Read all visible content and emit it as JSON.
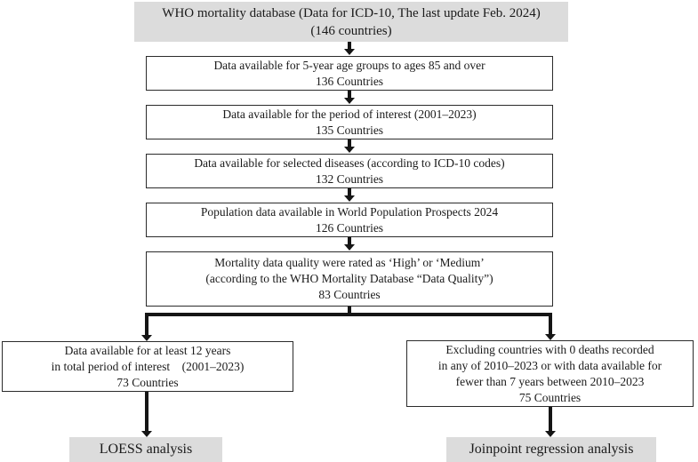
{
  "flowchart": {
    "colors": {
      "box_fill_gray": "#dcdcdc",
      "box_border": "#2b2b2b",
      "arrow": "#151515",
      "text": "#1a1a1a"
    },
    "top_box": {
      "lines": [
        "WHO mortality database (Data for ICD-10, The last update Feb. 2024)",
        "(146 countries)"
      ]
    },
    "steps": [
      {
        "lines": [
          "Data available for 5-year age groups to ages 85 and over",
          "136 Countries"
        ]
      },
      {
        "lines": [
          "Data available for the period of interest (2001–2023)",
          "135 Countries"
        ]
      },
      {
        "lines": [
          "Data available for selected diseases (according to ICD-10 codes)",
          "132 Countries"
        ]
      },
      {
        "lines": [
          "Population data available in World Population Prospects 2024",
          "126 Countries"
        ]
      },
      {
        "lines": [
          "Mortality data quality were rated as ‘High’ or ‘Medium’",
          "(according to the WHO Mortality Database “Data Quality”)",
          "83 Countries"
        ]
      }
    ],
    "left_branch": {
      "lines": [
        "Data available for at least 12 years",
        "in total period of interest    (2001–2023)",
        "73 Countries"
      ]
    },
    "right_branch": {
      "lines": [
        "Excluding countries with 0 deaths recorded",
        "in any of 2010–2023 or with data available for",
        "fewer than 7 years between 2010–2023",
        "75 Countries"
      ]
    },
    "left_outcome": {
      "label": "LOESS analysis"
    },
    "right_outcome": {
      "label": "Joinpoint regression analysis"
    }
  }
}
